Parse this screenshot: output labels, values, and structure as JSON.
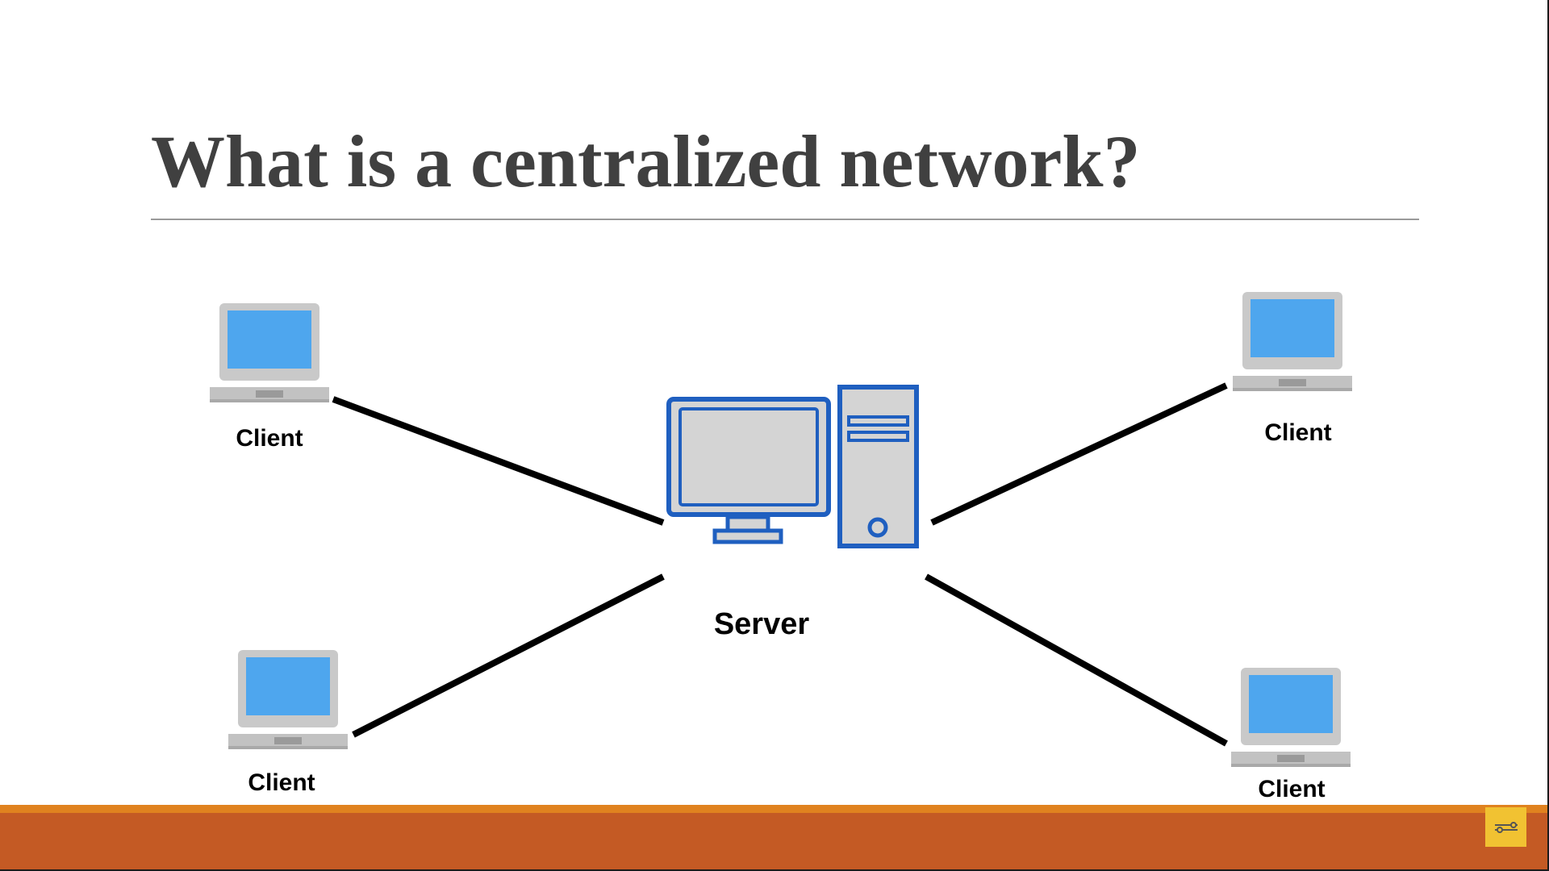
{
  "slide": {
    "title": "What is a centralized network?"
  },
  "diagram": {
    "server": {
      "label": "Server"
    },
    "clients": [
      {
        "label": "Client"
      },
      {
        "label": "Client"
      },
      {
        "label": "Client"
      },
      {
        "label": "Client"
      }
    ]
  },
  "footer": {
    "button_icon": "tools-icon"
  },
  "colors": {
    "title": "#404040",
    "screen_blue": "#4ea6ee",
    "server_blue": "#1f5fc0",
    "laptop_gray": "#c9c9c9",
    "footer_band": "#c45a24",
    "footer_stripe": "#e0821f",
    "corner_button": "#f1c232"
  }
}
